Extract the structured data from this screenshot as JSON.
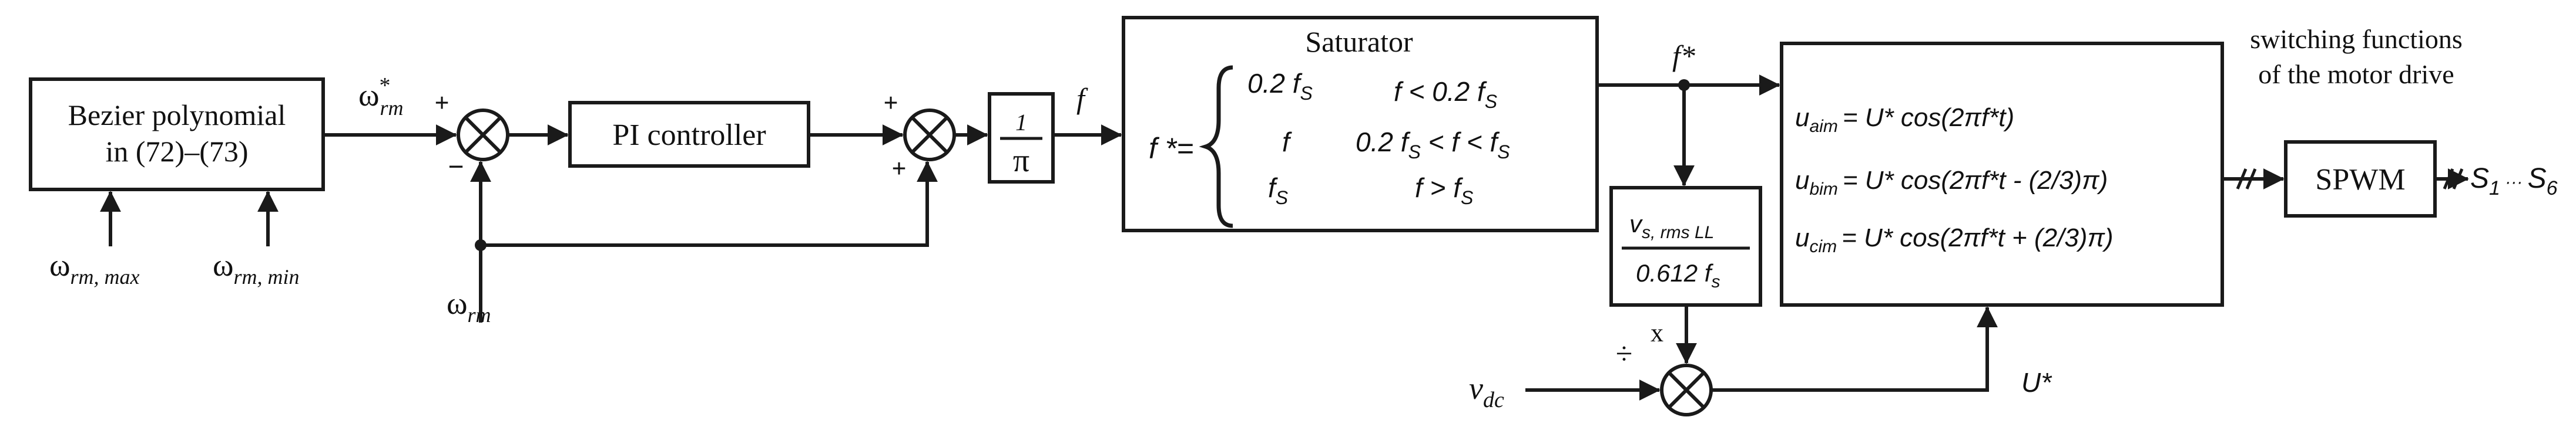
{
  "blocks": {
    "bezier": {
      "line1": "Bezier polynomial",
      "line2": "in (72)–(73)"
    },
    "pi_controller": {
      "label": "PI controller"
    },
    "inv_pi": {
      "num": "1",
      "den": "π"
    },
    "saturator": {
      "title": "Saturator",
      "lhs": "f *=",
      "cases": [
        {
          "value": "0.2 f",
          "value_sub": "S",
          "cond": "f < 0.2 f",
          "cond_sub": "S"
        },
        {
          "value": "f",
          "value_sub": "",
          "cond": "0.2 f",
          "cond_sub": "S",
          "cond_mid": " <  f  < f",
          "cond_sub2": "S"
        },
        {
          "value": "f",
          "value_sub": "S",
          "cond": "f > f",
          "cond_sub": "S"
        }
      ]
    },
    "volt_ratio": {
      "num": "v",
      "num_sub": "s, rms LL",
      "den": "0.612 f",
      "den_sub": "s"
    },
    "modulator": {
      "lines": [
        {
          "lhs": "u",
          "lhs_sub": "aim",
          "rhs": "= U*  cos(2πf*t)"
        },
        {
          "lhs": "u",
          "lhs_sub": "bim",
          "rhs": "= U*  cos(2πf*t - (2/3)π)"
        },
        {
          "lhs": "u",
          "lhs_sub": "cim",
          "rhs": "= U*  cos(2πf*t + (2/3)π)"
        }
      ]
    },
    "spwm": {
      "label": "SPWM"
    }
  },
  "signals": {
    "w_ref": {
      "base": "ω",
      "sub": "rm",
      "sup": "*"
    },
    "w_rm": {
      "base": "ω",
      "sub": "rm"
    },
    "w_max": {
      "base": "ω",
      "sub": "rm, max"
    },
    "w_min": {
      "base": "ω",
      "sub": "rm, min"
    },
    "f": "f",
    "f_star": "f*",
    "v_dc": {
      "base": "v",
      "sub": "dc"
    },
    "u_star": "U*",
    "outputs": {
      "s1": "S",
      "s1_sub": "1",
      "dots": " ··· ",
      "s6": "S",
      "s6_sub": "6"
    }
  },
  "signs": {
    "plus": "+",
    "minus": "−",
    "times": "x",
    "divide": "÷"
  },
  "caption": {
    "line1": "switching functions",
    "line2": "of the motor drive"
  }
}
